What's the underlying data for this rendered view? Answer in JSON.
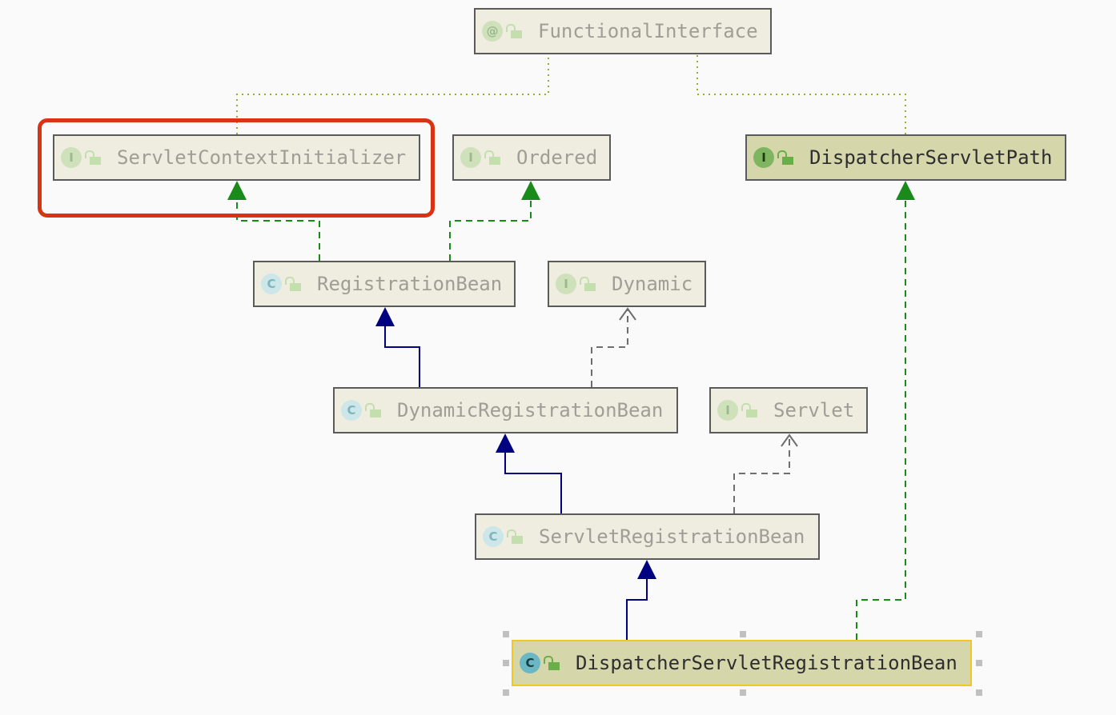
{
  "diagram": {
    "nodes": [
      {
        "id": "functional-interface",
        "label": "FunctionalInterface",
        "kind": "annotation",
        "badge": "@",
        "active": false
      },
      {
        "id": "servlet-context-initializer",
        "label": "ServletContextInitializer",
        "kind": "interface",
        "badge": "I",
        "active": false
      },
      {
        "id": "ordered",
        "label": "Ordered",
        "kind": "interface",
        "badge": "I",
        "active": false
      },
      {
        "id": "dispatcher-servlet-path",
        "label": "DispatcherServletPath",
        "kind": "interface",
        "badge": "I",
        "active": true
      },
      {
        "id": "registration-bean",
        "label": "RegistrationBean",
        "kind": "abstract-class",
        "badge": "C",
        "active": false
      },
      {
        "id": "dynamic",
        "label": "Dynamic",
        "kind": "interface",
        "badge": "I",
        "active": false
      },
      {
        "id": "dynamic-registration-bean",
        "label": "DynamicRegistrationBean",
        "kind": "abstract-class",
        "badge": "C",
        "active": false
      },
      {
        "id": "servlet",
        "label": "Servlet",
        "kind": "interface",
        "badge": "I",
        "active": false
      },
      {
        "id": "servlet-registration-bean",
        "label": "ServletRegistrationBean",
        "kind": "class",
        "badge": "C",
        "active": false
      },
      {
        "id": "dispatcher-servlet-registration-bean",
        "label": "DispatcherServletRegistrationBean",
        "kind": "class",
        "badge": "C",
        "active": true,
        "selected": true
      }
    ],
    "edges": [
      {
        "from": "registration-bean",
        "to": "servlet-context-initializer",
        "type": "implements"
      },
      {
        "from": "registration-bean",
        "to": "ordered",
        "type": "implements"
      },
      {
        "from": "dynamic-registration-bean",
        "to": "registration-bean",
        "type": "extends"
      },
      {
        "from": "dynamic-registration-bean",
        "to": "dynamic",
        "type": "implements-nested"
      },
      {
        "from": "servlet-registration-bean",
        "to": "dynamic-registration-bean",
        "type": "extends"
      },
      {
        "from": "servlet-registration-bean",
        "to": "servlet",
        "type": "implements-nested"
      },
      {
        "from": "dispatcher-servlet-registration-bean",
        "to": "servlet-registration-bean",
        "type": "extends"
      },
      {
        "from": "dispatcher-servlet-registration-bean",
        "to": "dispatcher-servlet-path",
        "type": "implements"
      },
      {
        "from": "servlet-context-initializer",
        "to": "functional-interface",
        "type": "annotated"
      },
      {
        "from": "dispatcher-servlet-path",
        "to": "functional-interface",
        "type": "annotated"
      }
    ],
    "highlighted_node": "servlet-context-initializer"
  },
  "colors": {
    "extends": "#000080",
    "implements": "#1a8a1a",
    "implements_nested": "#6e6e6e",
    "annotated": "#9aaa3a",
    "highlight": "#d93315",
    "selection": "#f0c820"
  }
}
